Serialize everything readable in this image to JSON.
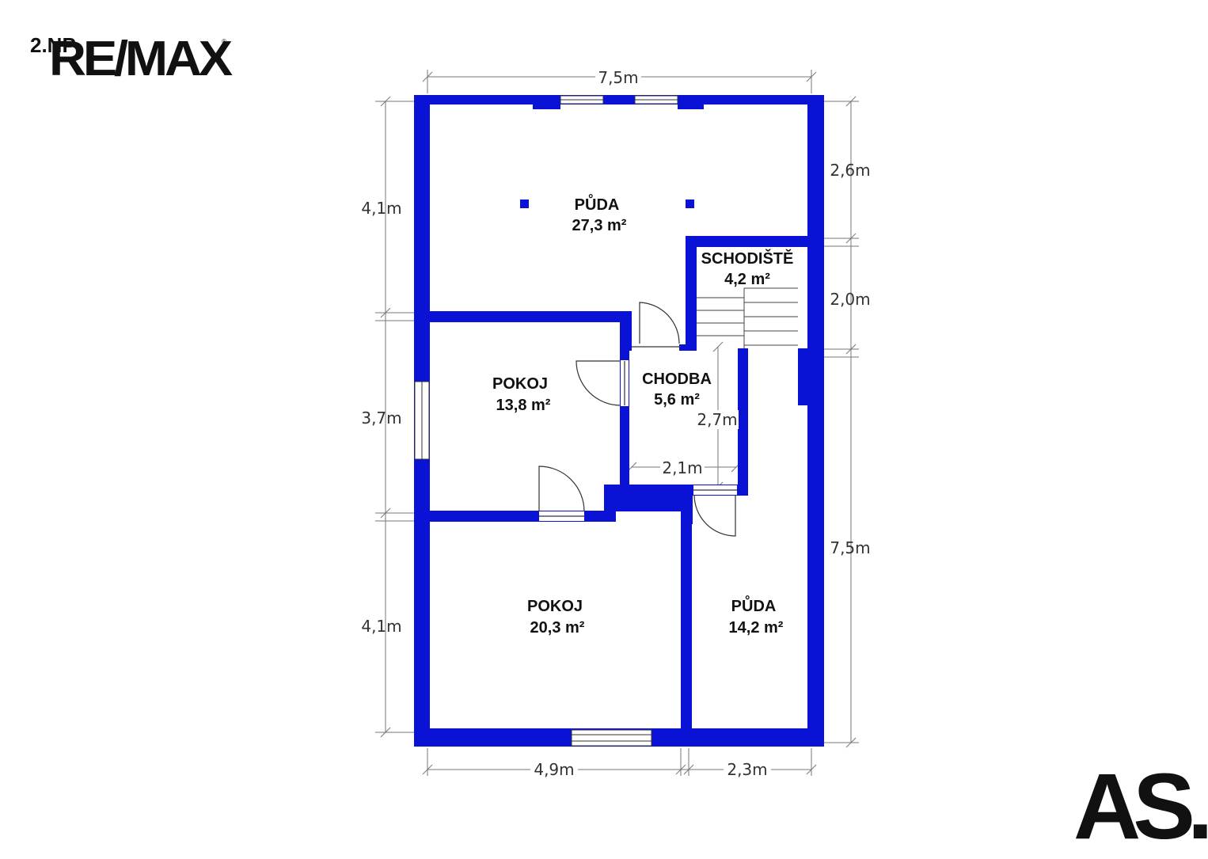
{
  "header": {
    "floor": "2.NP",
    "brand": "RE/MAX"
  },
  "footer": {
    "agency": "AS."
  },
  "colors": {
    "wall": "#0a12d6",
    "dim_line": "#777777",
    "text": "#111111"
  },
  "rooms": [
    {
      "id": "puda-top",
      "name": "PŮDA",
      "area": "27,3 m²"
    },
    {
      "id": "schodiste",
      "name": "SCHODIŠTĚ",
      "area": "4,2 m²"
    },
    {
      "id": "pokoj-1",
      "name": "POKOJ",
      "area": "13,8 m²"
    },
    {
      "id": "chodba",
      "name": "CHODBA",
      "area": "5,6 m²"
    },
    {
      "id": "pokoj-2",
      "name": "POKOJ",
      "area": "20,3 m²"
    },
    {
      "id": "puda-right",
      "name": "PŮDA",
      "area": "14,2 m²"
    }
  ],
  "dimensions": {
    "top": "7,5m",
    "left_upper": "4,1m",
    "left_middle": "3,7m",
    "left_lower": "4,1m",
    "right_upper": "2,6m",
    "right_middle": "2,0m",
    "right_lower": "7,5m",
    "bottom_left": "4,9m",
    "bottom_right": "2,3m",
    "chodba_height": "2,7m",
    "chodba_width": "2,1m"
  }
}
